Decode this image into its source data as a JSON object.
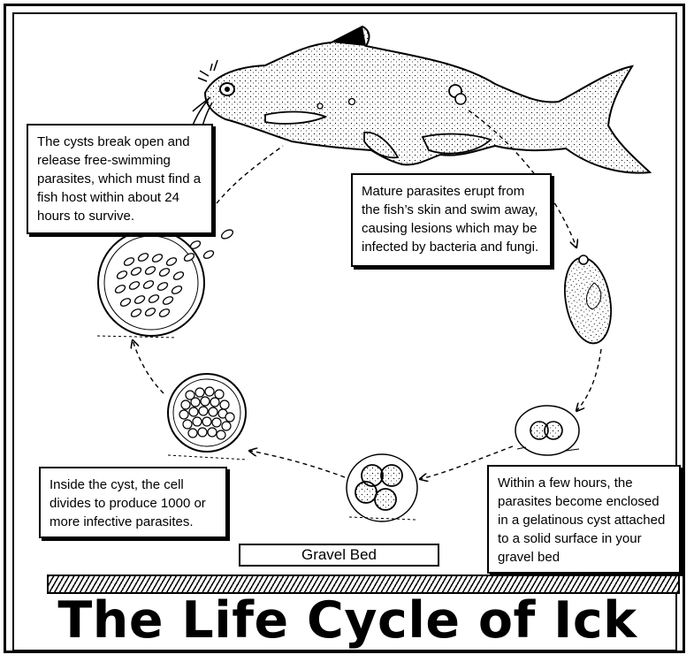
{
  "title": "The Life Cycle of Ick",
  "label_gravel": "Gravel Bed",
  "notes": {
    "cysts": "The cysts break open and release free-swimming parasites, which must find a fish host within about 24 hours to survive.",
    "mature": "Mature parasites erupt from the fish’s skin and swim away, causing lesions which may be infected by bacteria and fungi.",
    "divide": "Inside the cyst, the cell divides to produce 1000 or more infective parasites.",
    "enclosed": "Within a few hours, the parasites become enclosed in a gelatinous cyst attached to a solid surface in your gravel bed"
  },
  "icons": [
    "fish-illustration",
    "trophont-parasite",
    "cyst-2-cell",
    "cyst-4-cell",
    "cyst-many-cell",
    "cyst-releasing-theronts",
    "cycle-arrow"
  ]
}
